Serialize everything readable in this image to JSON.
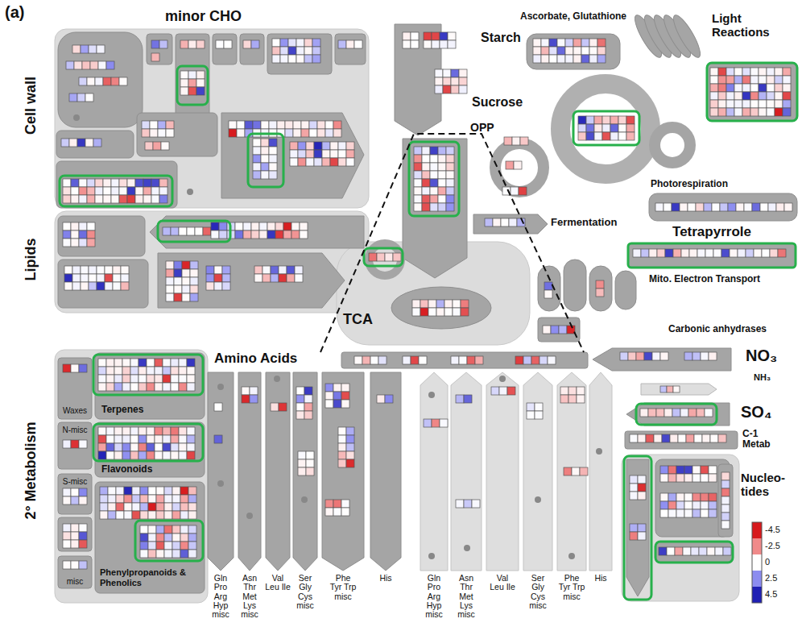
{
  "diagram": {
    "nodes": [
      {
        "text": [
          "Cell wall"
        ]
      },
      {
        "text": [
          "Lipids"
        ]
      },
      {
        "text": [
          "Ascorbate, Glutathione"
        ]
      },
      {
        "text": [
          "Fermentation"
        ]
      },
      {
        "text": [
          "Tetrapyrrole"
        ]
      },
      {
        "text": [
          "Amino Acids"
        ]
      },
      {
        "text": [
          "NO₃"
        ]
      },
      {
        "text": [
          "2° Metabolism"
        ]
      },
      {
        "text": [
          "Waxes"
        ],
        "in": 7
      },
      {
        "text": [
          "Terpenes"
        ],
        "in": 7
      },
      {
        "text": [
          "N-misc"
        ],
        "in": 7
      },
      {
        "text": [
          "Flavonoids"
        ],
        "in": 7
      },
      {
        "text": [
          "S-misc"
        ],
        "in": 7
      },
      {
        "text": [
          "misc"
        ],
        "in": 7
      },
      {
        "text": [
          "Phenylpropanoids & Phenolics"
        ],
        "in": 7
      },
      {
        "text": [
          "SO₄"
        ]
      },
      {
        "text": [
          "C-1 Metab"
        ]
      },
      {
        "text": [
          "Nucleo- tides"
        ]
      },
      {
        "text": [
          "Gln Pro Arg Hyp misc"
        ]
      },
      {
        "text": [
          "Asn Thr Met Lys misc"
        ]
      },
      {
        "text": [
          "Val Leu Ile"
        ]
      },
      {
        "text": [
          "Ser Gly Cys misc"
        ]
      },
      {
        "text": [
          "Phe Tyr Trp misc"
        ]
      },
      {
        "text": [
          "His"
        ]
      },
      {
        "text": [
          "Gln Pro Arg Hyp misc"
        ]
      },
      {
        "text": [
          "Asn Thr Met Lys misc"
        ]
      },
      {
        "text": [
          "Val Leu Ile"
        ]
      },
      {
        "text": [
          "Ser Gly Cys misc"
        ]
      },
      {
        "text": [
          "Phe Tyr Trp misc"
        ]
      },
      {
        "text": [
          "His"
        ]
      }
    ],
    "labels": [
      "(a)",
      "minor CHO",
      "Starch",
      "Sucrose",
      "OPP",
      "Light Reactions",
      "Photorespiration",
      "Mito. Electron Transport",
      "Carbonic anhydrases",
      "TCA",
      "NH₃"
    ],
    "legend": [
      {
        "text": "-4.5",
        "color": "#d7191c"
      },
      {
        "text": "-2.5",
        "color": "#f08a8a"
      },
      {
        "text": "0",
        "color": "#ffffff"
      },
      {
        "text": "2.5",
        "color": "#8c8cf0"
      },
      {
        "text": "4.5",
        "color": "#1f1fb4"
      }
    ]
  }
}
